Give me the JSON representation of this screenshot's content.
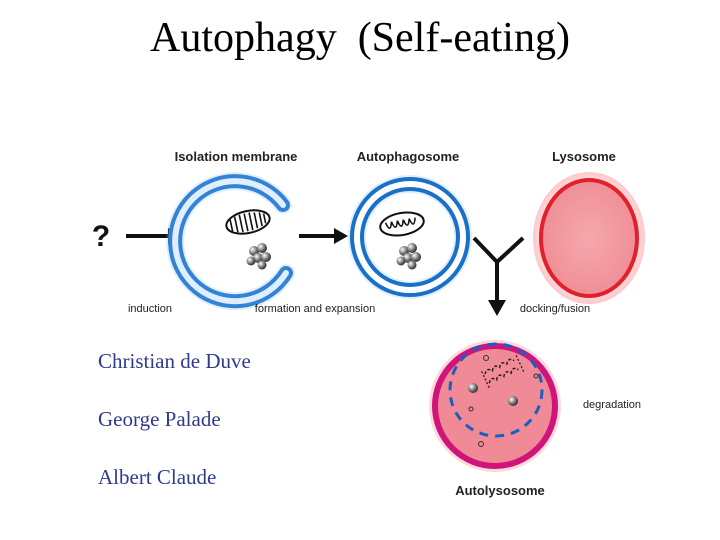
{
  "title": "Autophagy  (Self-eating)",
  "diagram": {
    "labels": {
      "isolation_membrane": "Isolation membrane",
      "autophagosome": "Autophagosome",
      "lysosome": "Lysosome",
      "question": "?",
      "induction": "induction",
      "formation": "formation and expansion",
      "docking": "docking/fusion",
      "degradation": "degradation",
      "autolysosome": "Autolysosome"
    },
    "colors": {
      "membrane_blue": "#2b7fd0",
      "lysosome_red": "#e0202a",
      "lysosome_fill": "#f29aa0",
      "autolysosome_magenta": "#d0157a",
      "autolysosome_fill": "#ef8a96"
    }
  },
  "scientists": [
    "Christian de Duve",
    "George Palade",
    "Albert Claude"
  ]
}
